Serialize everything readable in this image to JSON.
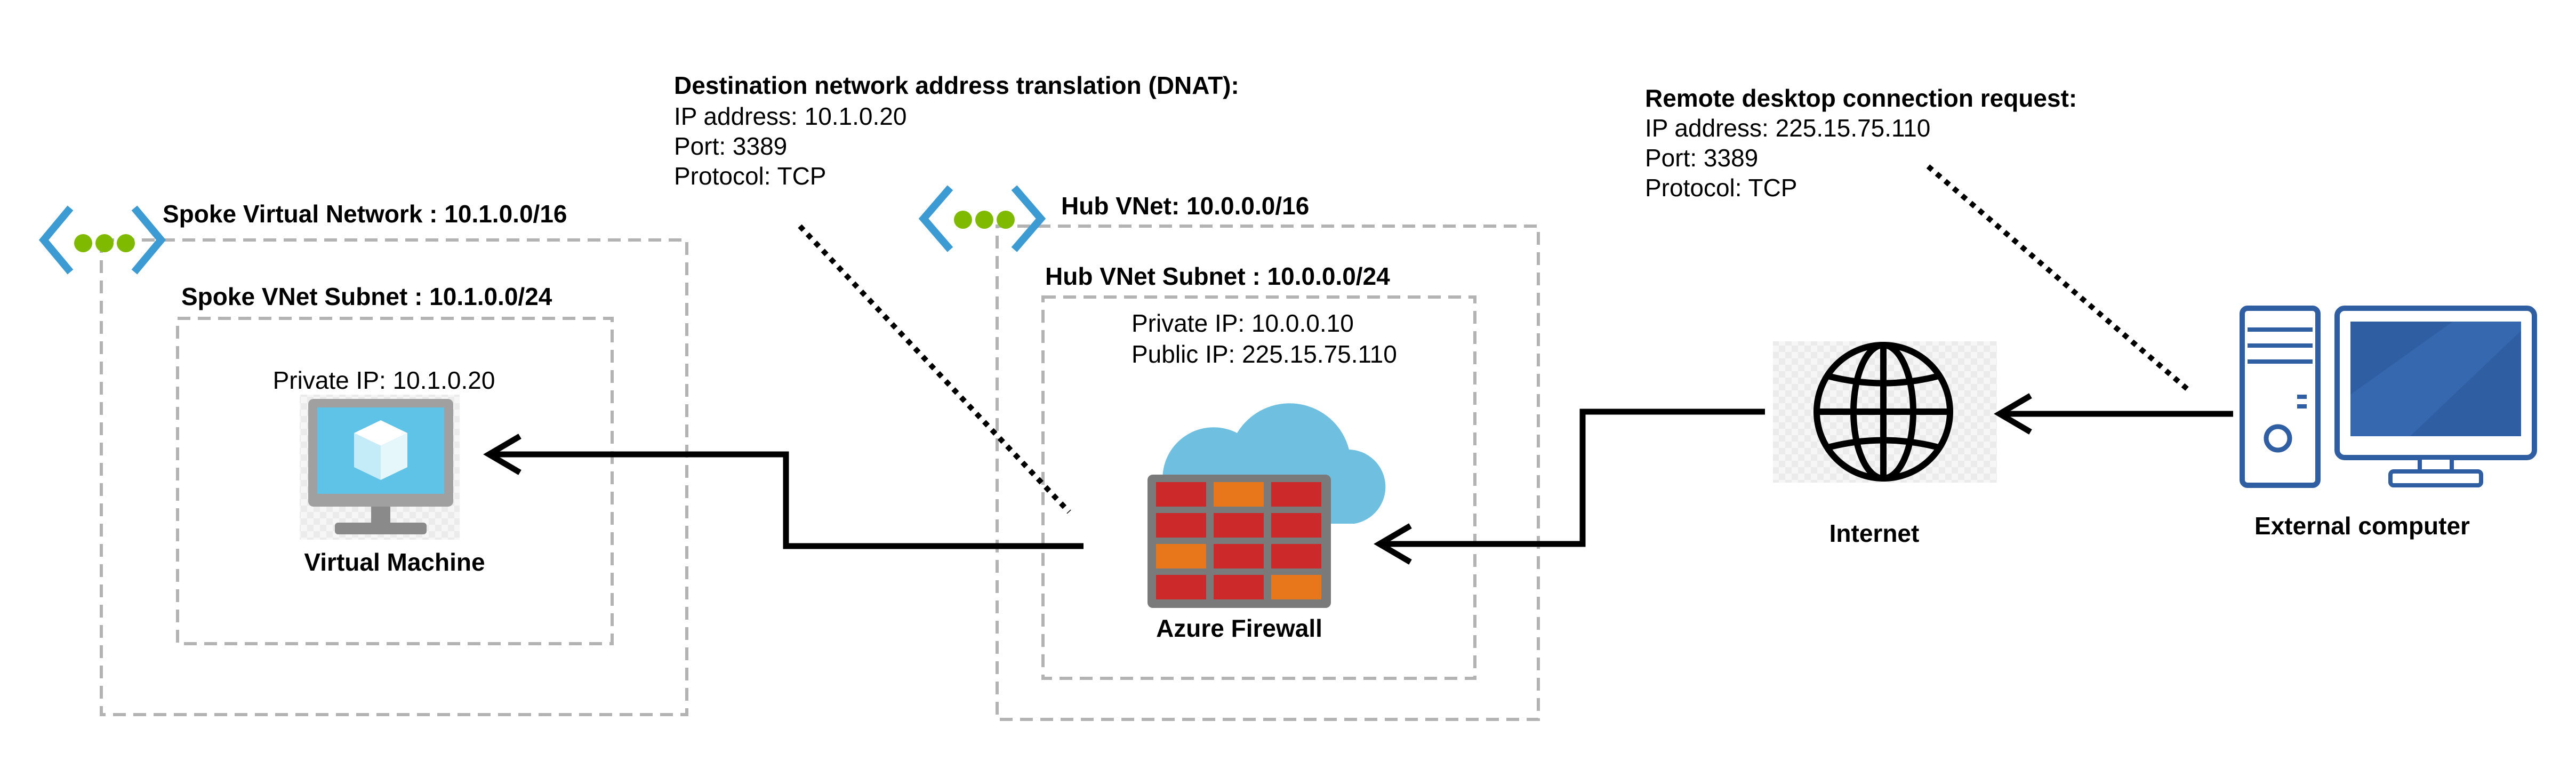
{
  "spoke": {
    "vnet_label": "Spoke Virtual Network : 10.1.0.0/16",
    "subnet_label": "Spoke VNet Subnet : 10.1.0.0/24",
    "private_ip": "Private IP: 10.1.0.20",
    "vm_label": "Virtual Machine"
  },
  "hub": {
    "vnet_label": "Hub VNet: 10.0.0.0/16",
    "subnet_label": "Hub VNet Subnet : 10.0.0.0/24",
    "private_ip": "Private IP: 10.0.0.10",
    "public_ip": "Public IP: 225.15.75.110",
    "firewall_label": "Azure Firewall"
  },
  "dnat_note": {
    "title": "Destination network address translation (DNAT):",
    "ip": "IP address: 10.1.0.20",
    "port": "Port: 3389",
    "protocol": "Protocol: TCP"
  },
  "rdp_note": {
    "title": "Remote desktop connection request:",
    "ip": "IP address: 225.15.75.110",
    "port": "Port: 3389",
    "protocol": "Protocol: TCP"
  },
  "internet_label": "Internet",
  "external_label": "External computer",
  "icons": [
    "vnet-icon",
    "vnet-icon",
    "virtual-machine-icon",
    "cloud-icon",
    "firewall-icon",
    "globe-icon",
    "computer-tower-icon",
    "computer-monitor-icon"
  ],
  "colors": {
    "box_border": "#b3b3b3",
    "vnet_bracket": "#3c9bd2",
    "vnet_dots": "#7fba00",
    "vm_frame": "#a0a0a0",
    "vm_screen": "#5ec3e6",
    "cloud": "#6fc0e0",
    "firewall_frame": "#7a7a7a",
    "brick_red": "#cc2a2a",
    "brick_orange": "#e8761b",
    "computer_blue": "#2f5ea3",
    "arrow": "#000000"
  }
}
